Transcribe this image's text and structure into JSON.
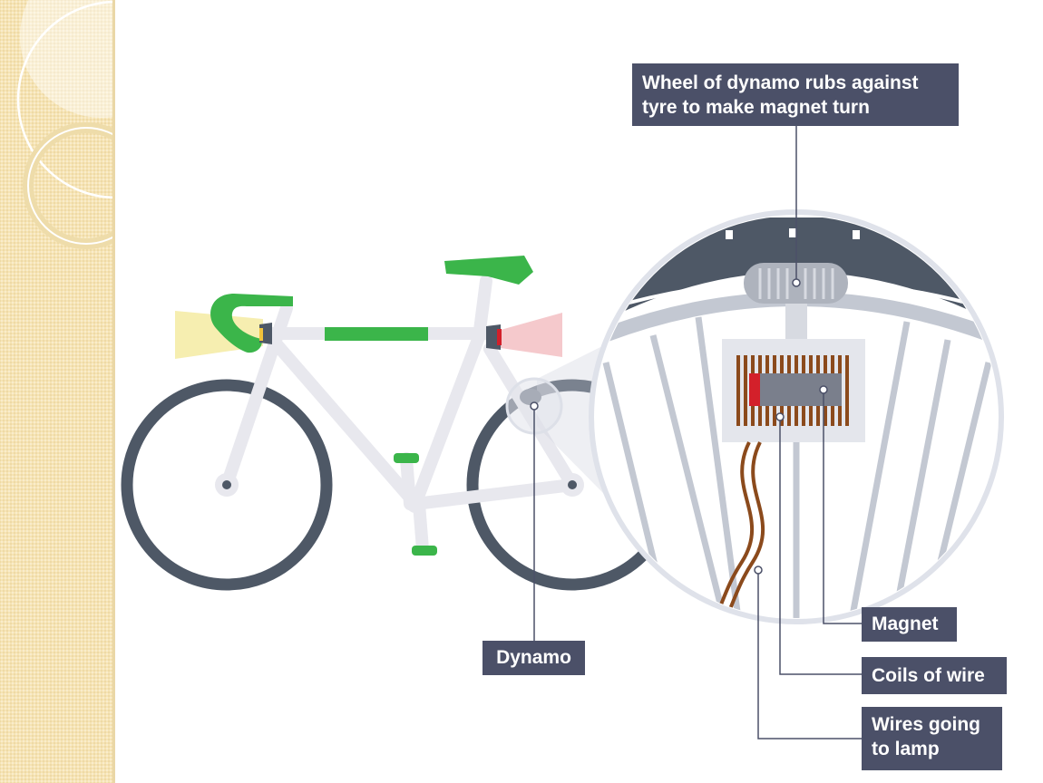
{
  "labels": {
    "wheel_line1": "Wheel of dynamo rubs against",
    "wheel_line2": "tyre to make magnet turn",
    "dynamo": "Dynamo",
    "magnet": "Magnet",
    "coils": "Coils of wire",
    "wires_line1": "Wires going",
    "wires_line2": "to lamp"
  },
  "colors": {
    "label_bg": "#4b5068",
    "label_text": "#ffffff",
    "bike_frame": "#e8e8ee",
    "bike_green": "#3bb54a",
    "tyre": "#4e5866",
    "coil": "#8b4a1c",
    "magnet_red": "#d3202a",
    "magnet_grey": "#7a7f8c",
    "front_light": "#f6eeb0",
    "rear_light": "#f5c9cc",
    "sidebar": "#f6e4b4"
  }
}
